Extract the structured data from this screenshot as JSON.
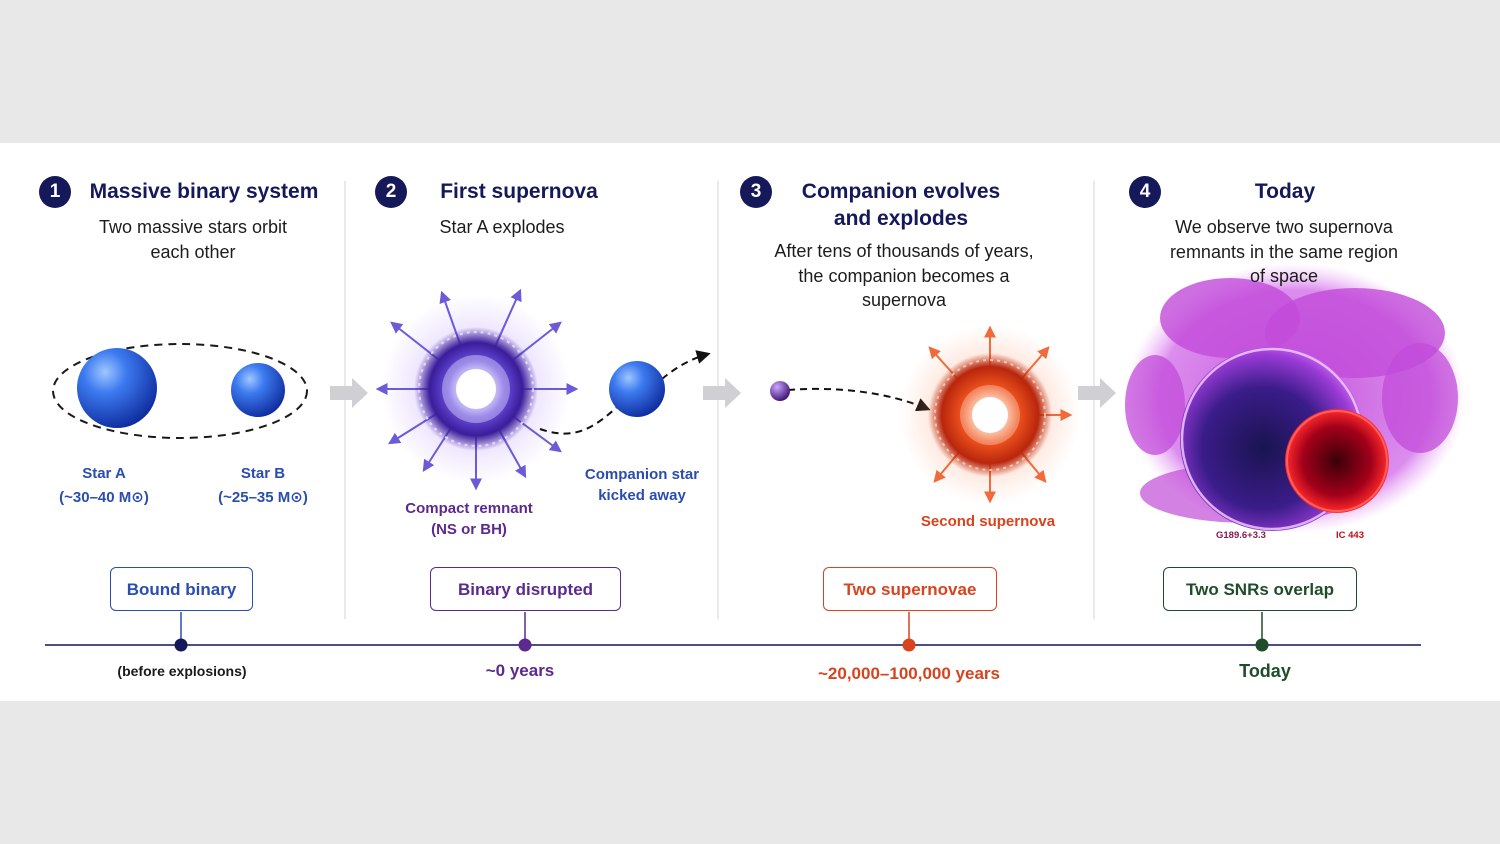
{
  "stages": [
    {
      "number": "1",
      "title": "Massive binary system",
      "subtitle": "Two massive stars orbit each other"
    },
    {
      "number": "2",
      "title": "First supernova",
      "subtitle": "Star A explodes"
    },
    {
      "number": "3",
      "title": "Companion evolves and explodes",
      "subtitle": "After tens of thousands of years, the companion becomes a supernova"
    },
    {
      "number": "4",
      "title": "Today",
      "subtitle": "We observe two supernova remnants in the same region of space"
    }
  ],
  "labels": {
    "star_a": "Star A",
    "star_a_mass": "(~30–40 M⊙)",
    "star_b": "Star B",
    "star_b_mass": "(~25–35 M⊙)",
    "compact_remnant": "Compact remnant",
    "compact_remnant_type": "(NS or BH)",
    "companion_line1": "Companion star",
    "companion_line2": "kicked away",
    "second_supernova": "Second supernova",
    "snr_left": "G189.6+3.3",
    "snr_right": "IC 443"
  },
  "badges": [
    "Bound binary",
    "Binary disrupted",
    "Two supernovae",
    "Two SNRs overlap"
  ],
  "timeline": [
    "(before explosions)",
    "~0 years",
    "~20,000–100,000 years",
    "Today"
  ],
  "colors": {
    "navy": "#15195a",
    "stage1": "#2a4db0",
    "stage2": "#5c2a8e",
    "stage3": "#d9431e",
    "stage4": "#1f4d2a",
    "timeline_line": "#4a4f86"
  }
}
